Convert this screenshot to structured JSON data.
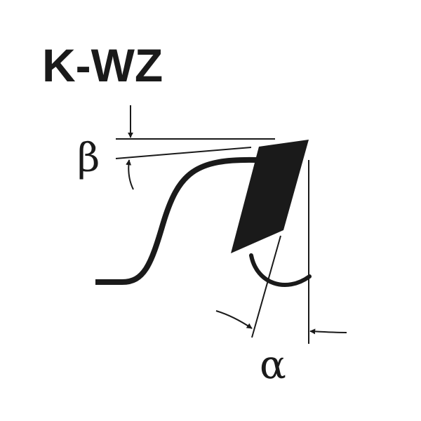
{
  "title": "K-WZ",
  "angles": {
    "beta": "β",
    "alpha": "α"
  },
  "colors": {
    "ink": "#1a1a1a",
    "background": "#ffffff"
  }
}
